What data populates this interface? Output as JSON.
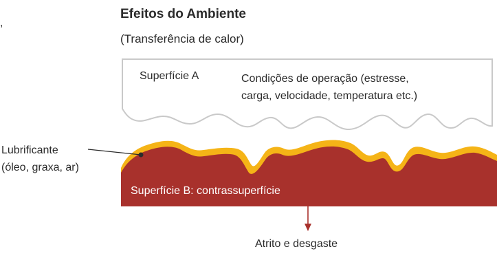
{
  "title": "Efeitos do Ambiente",
  "subtitle": "(Transferência de calor)",
  "surface_a": {
    "label": "Superfície A",
    "conditions_line1": "Condições de operação (estresse,",
    "conditions_line2": "carga, velocidade, temperatura etc.)"
  },
  "lubricant": {
    "line1": "Lubrificante",
    "line2": "(óleo, graxa, ar)"
  },
  "surface_b": {
    "label": "Superfície B: contrassuperfície"
  },
  "friction_label": "Atrito e desgaste",
  "edge_fragment": ",",
  "colors": {
    "surface_a_fill": "#ffffff",
    "surface_a_stroke": "#c9c9c9",
    "surface_b_fill": "#a8312c",
    "lubricant": "#f5b417",
    "arrow": "#a8312c",
    "leader_line": "#2b2b2b"
  }
}
